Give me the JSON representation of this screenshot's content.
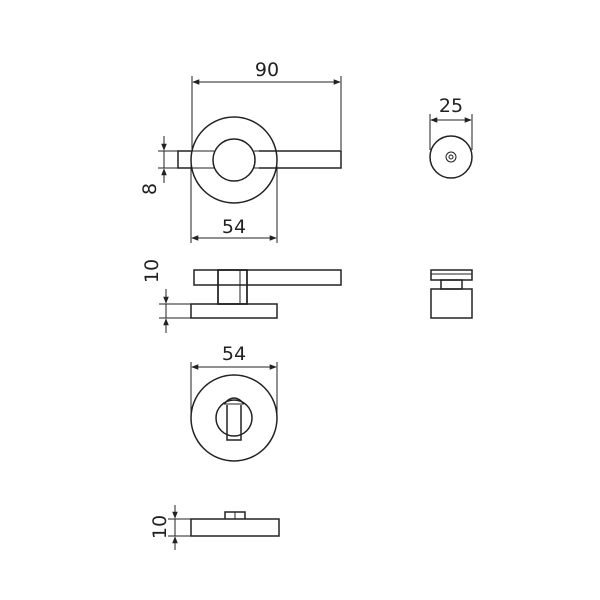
{
  "dimensions": {
    "front_width": "90",
    "rose_diameter_top": "54",
    "lever_thickness": "8",
    "knob_diameter": "25",
    "side_height": "10",
    "rose_diameter_bottom": "54",
    "turn_height": "10"
  }
}
